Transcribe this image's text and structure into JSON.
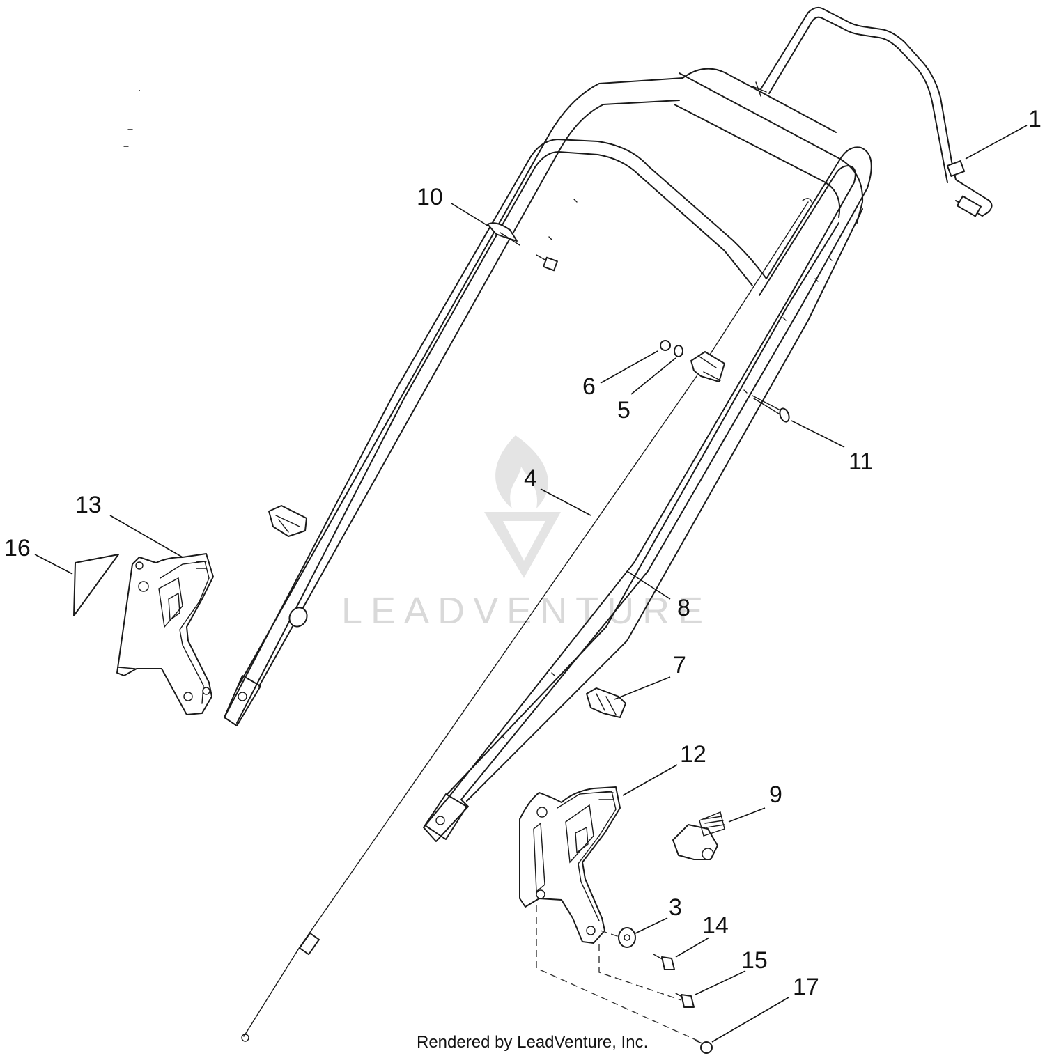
{
  "callouts": {
    "c1": "1",
    "c3": "3",
    "c4": "4",
    "c5": "5",
    "c6": "6",
    "c7": "7",
    "c8": "8",
    "c9": "9",
    "c10": "10",
    "c11": "11",
    "c12": "12",
    "c13": "13",
    "c14": "14",
    "c15": "15",
    "c16": "16",
    "c17": "17"
  },
  "watermark": {
    "text": "LEADVENTURE"
  },
  "footer": {
    "text": "Rendered by LeadVenture, Inc."
  },
  "colors": {
    "line": "#1a1a1a",
    "watermark": "#d9d9d9",
    "background": "#ffffff"
  }
}
